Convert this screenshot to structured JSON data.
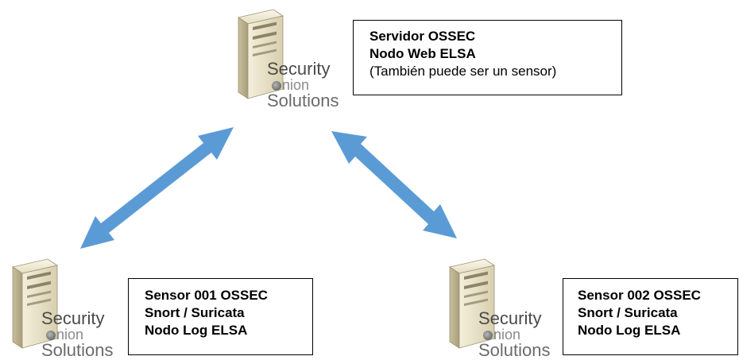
{
  "colors": {
    "arrow": "#5b9bd5",
    "box_border": "#000000",
    "server_body": "#e8e1c9",
    "server_shadow": "#b9ae8c"
  },
  "logo": {
    "line1": "Security",
    "line2": "nion",
    "line3": "Solutions"
  },
  "top_node": {
    "label_line1": "Servidor OSSEC",
    "label_line2": "Nodo Web ELSA",
    "label_line3": "(También puede ser un sensor)"
  },
  "left_node": {
    "label_line1": "Sensor 001 OSSEC",
    "label_line2": "Snort / Suricata",
    "label_line3": "Nodo Log ELSA"
  },
  "right_node": {
    "label_line1": "Sensor 002 OSSEC",
    "label_line2": "Snort / Suricata",
    "label_line3": "Nodo Log ELSA"
  },
  "connections": [
    {
      "from": "top_node",
      "to": "left_node",
      "direction": "bidirectional"
    },
    {
      "from": "top_node",
      "to": "right_node",
      "direction": "bidirectional"
    }
  ]
}
